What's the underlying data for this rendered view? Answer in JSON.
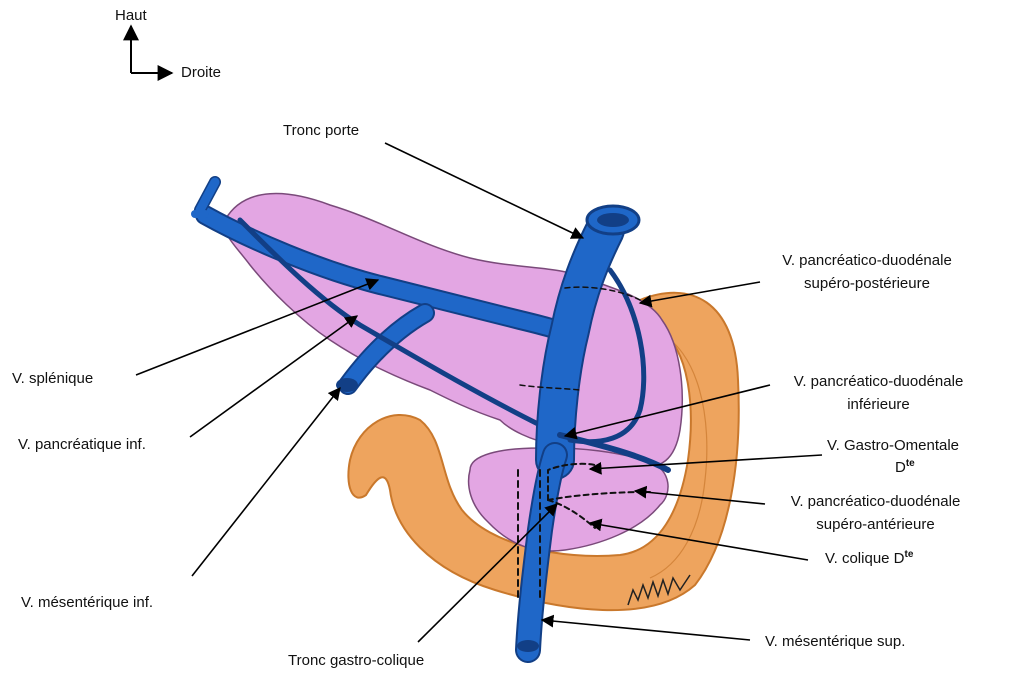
{
  "orientation": {
    "up": "Haut",
    "right": "Droite"
  },
  "labels": {
    "portal_vein": "Tronc porte",
    "psd_vein_line1": "V. pancréatico-duodénale",
    "psd_vein_line2": "supéro-postérieure",
    "splenic_vein": "V. splénique",
    "inferior_pd_vein_line1": "V. pancréatico-duodénale",
    "inferior_pd_vein_line2": "inférieure",
    "right_gastroomental_vein_main": "V.  Gastro-Omentale",
    "right_gastroomental_vein_abbr": "D",
    "right_gastroomental_vein_sup": "te",
    "inferior_pancreatic_vein": "V. pancréatique inf.",
    "asd_vein_line1": "V. pancréatico-duodénale",
    "asd_vein_line2": "supéro-antérieure",
    "right_colic_vein_main": "V. colique D",
    "right_colic_vein_sup": "te",
    "inferior_mesenteric_vein": "V. mésentérique inf.",
    "superior_mesenteric_vein": "V. mésentérique sup.",
    "gastrocolic_trunk": "Tronc gastro-colique"
  },
  "colors": {
    "vein_blue": "#1f67c8",
    "vein_dark": "#123f86",
    "pancreas_pink": "#e3a6e3",
    "duodenum_orange": "#eea45e",
    "duodenum_dark": "#c9782c"
  }
}
